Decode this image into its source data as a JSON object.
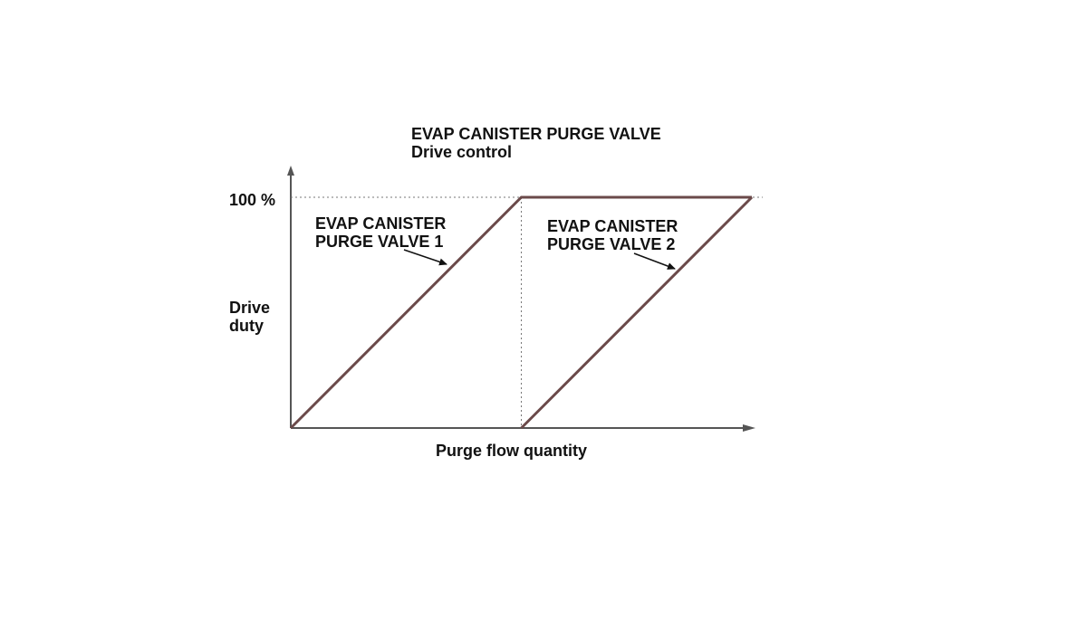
{
  "chart_data": {
    "type": "line",
    "title": "EVAP CANISTER PURGE VALVE",
    "subtitle": "Drive control",
    "xlabel": "Purge flow quantity",
    "ylabel": [
      "Drive",
      "duty"
    ],
    "y_tick_label": "100 %",
    "xlim": [
      0,
      2
    ],
    "ylim": [
      0,
      100
    ],
    "grid": false,
    "series": [
      {
        "name": "EVAP CANISTER PURGE VALVE 1",
        "label_lines": [
          "EVAP CANISTER",
          "PURGE VALVE 1"
        ],
        "x": [
          0,
          1,
          2
        ],
        "y": [
          0,
          100,
          100
        ]
      },
      {
        "name": "EVAP CANISTER PURGE VALVE 2",
        "label_lines": [
          "EVAP CANISTER",
          "PURGE VALVE 2"
        ],
        "x": [
          1,
          2
        ],
        "y": [
          0,
          100
        ]
      }
    ],
    "colors": {
      "series": "#6b4a4a",
      "axis": "#555555",
      "reference": "#777777",
      "text": "#111111"
    }
  }
}
